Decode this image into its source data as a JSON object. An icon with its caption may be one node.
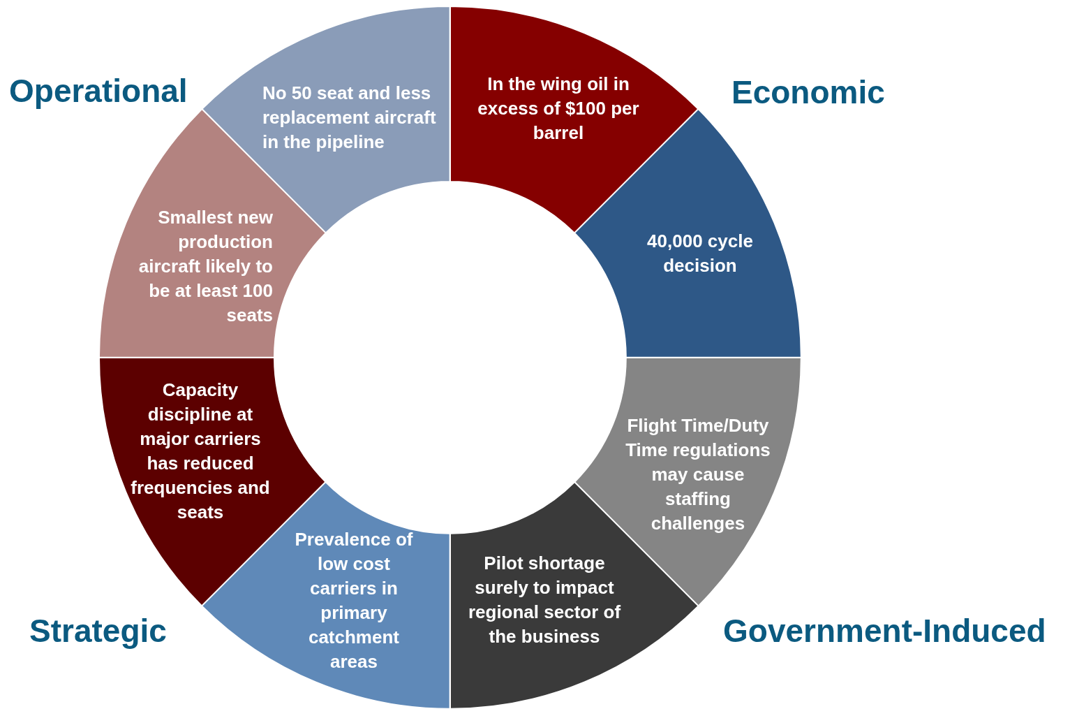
{
  "diagram": {
    "nodes": [
      {
        "text": [
          "No 50 seat and less replacement aircraft in the pipeline"
        ]
      },
      {
        "text": [
          "In the wing oil in excess of $100 per barrel"
        ]
      },
      {
        "text": [
          "Smallest new production aircraft likely to be at least 100 seats"
        ]
      },
      {
        "text": [
          "40,000 cycle decision"
        ]
      },
      {
        "text": [
          "Capacity discipline at major carriers has reduced frequencies and seats"
        ]
      },
      {
        "text": [
          "Flight Time/Duty Time regulations may cause staffing challenges"
        ]
      },
      {
        "text": [
          "Prevalence of low cost carriers in primary catchment areas"
        ]
      },
      {
        "text": [
          "Pilot shortage surely to impact regional sector of the business"
        ]
      }
    ],
    "labels": [
      "Operational",
      "Economic",
      "Strategic",
      "Government-Induced"
    ]
  }
}
